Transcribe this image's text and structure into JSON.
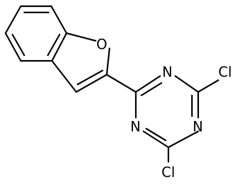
{
  "molecule": {
    "atoms": {
      "oxygen": "O",
      "n_top": "N",
      "n_left": "N",
      "n_right": "N",
      "cl_top": "Cl",
      "cl_bottom": "Cl"
    }
  }
}
